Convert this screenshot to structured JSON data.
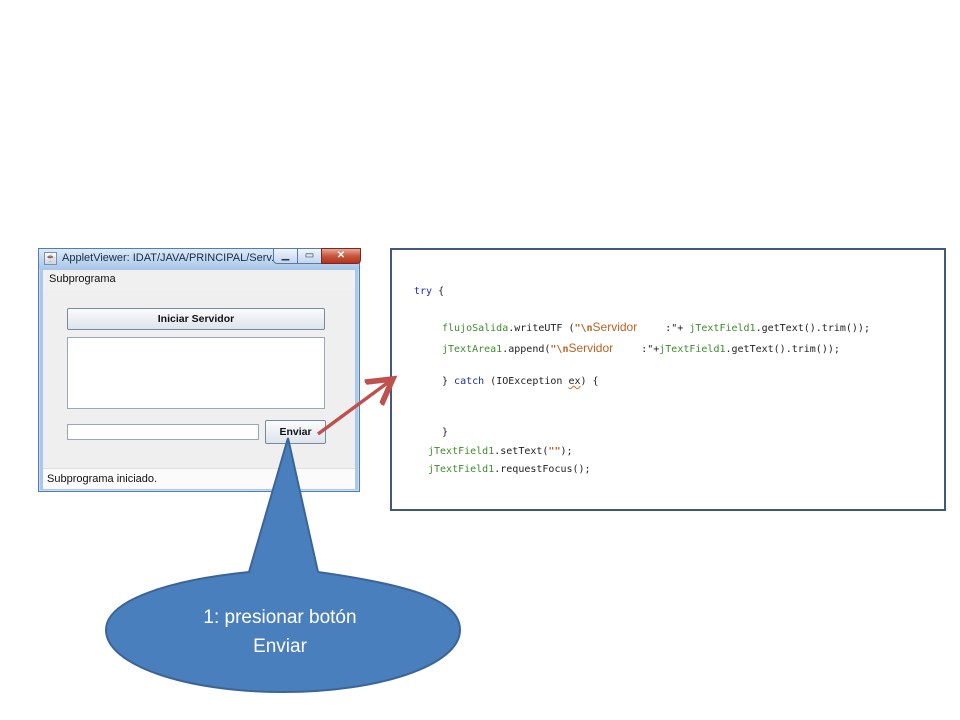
{
  "applet": {
    "title": "AppletViewer: IDAT/JAVA/PRINCIPAL/Serv...",
    "menu": "Subprograma",
    "start_button": "Iniciar  Servidor",
    "send_button": "Enviar",
    "status": "Subprograma iniciado."
  },
  "code": {
    "line1_kw": "try",
    "line1_rest": " {",
    "line2_a": "flujoSalida",
    "line2_b": ".writeUTF (",
    "line2_q1": "\"",
    "line2_esc": "\\n",
    "line2_str": "Servidor",
    "line2_c": " :\"+ ",
    "line2_id": "jTextField1",
    "line2_d": ".getText().trim());",
    "line3_a": "jTextArea1",
    "line3_b": ".append(",
    "line3_q1": "\"",
    "line3_esc": "\\n",
    "line3_str": "Servidor",
    "line3_c": "  :\"+",
    "line3_id": "jTextField1",
    "line3_d": ".getText().trim());",
    "line4_a": "} ",
    "line4_kw": "catch",
    "line4_b": " (IOException ",
    "line4_ex": "ex",
    "line4_c": ") {",
    "line5": "}",
    "line6_id": "jTextField1",
    "line6_b": ".setText(",
    "line6_str": "\"\"",
    "line6_c": ");",
    "line7_id": "jTextField1",
    "line7_b": ".requestFocus();"
  },
  "callout": {
    "line1": "1:  presionar botón",
    "line2": "Enviar"
  },
  "colors": {
    "callout_fill": "#4a7fbd",
    "callout_stroke": "#3b6598",
    "arrow": "#c0504d"
  }
}
